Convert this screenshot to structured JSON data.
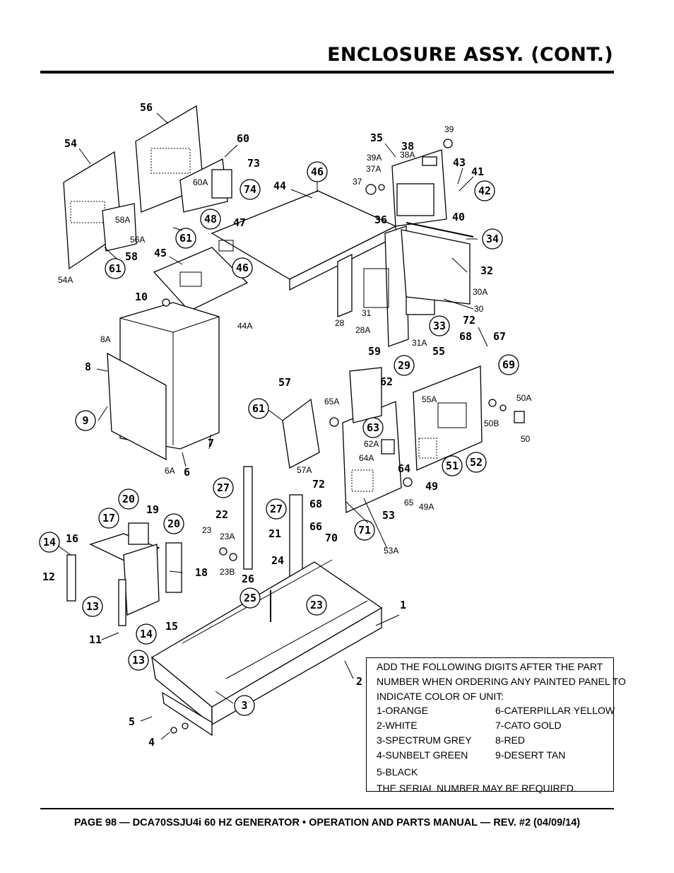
{
  "header": {
    "title": "ENCLOSURE ASSY. (CONT.)"
  },
  "footer": {
    "text": "PAGE 98 — DCA70SSJU4i 60 HZ GENERATOR • OPERATION AND PARTS MANUAL — REV. #2 (04/09/14)"
  },
  "note": {
    "intro_1": "ADD THE FOLLOWING DIGITS AFTER THE PART",
    "intro_2": "NUMBER WHEN ORDERING ANY PAINTED PANEL TO",
    "intro_3": "INDICATE COLOR OF UNIT:",
    "colors": [
      "1-ORANGE",
      "6-CATERPILLAR YELLOW",
      "2-WHITE",
      "7-CATO GOLD",
      "3-SPECTRUM GREY",
      "8-RED",
      "4-SUNBELT GREEN",
      "9-DESERT TAN"
    ],
    "color_5": "5-BLACK",
    "serial": "THE SERIAL NUMBER MAY BE REQUIRED."
  },
  "callouts": {
    "plain": [
      "56",
      "54",
      "60",
      "73",
      "44",
      "35",
      "38",
      "43",
      "41",
      "40",
      "36",
      "32",
      "58",
      "45",
      "47",
      "10",
      "8",
      "7",
      "6",
      "72",
      "68",
      "67",
      "55",
      "59",
      "62",
      "57",
      "51",
      "49",
      "53",
      "64",
      "22",
      "21",
      "19",
      "16",
      "12",
      "18",
      "26",
      "24",
      "15",
      "11",
      "1",
      "2",
      "5",
      "4",
      "66",
      "70",
      "72b",
      "68b"
    ],
    "circled": [
      "46",
      "74",
      "42",
      "48",
      "61",
      "61",
      "46",
      "34",
      "33",
      "29",
      "69",
      "9",
      "61",
      "63",
      "52",
      "27",
      "27",
      "20",
      "17",
      "20",
      "14",
      "13",
      "25",
      "23",
      "71",
      "14",
      "13",
      "3"
    ],
    "small": [
      "39",
      "39A",
      "38A",
      "37A",
      "37",
      "60A",
      "58A",
      "56A",
      "54A",
      "44A",
      "30A",
      "30",
      "31",
      "28",
      "28A",
      "31A",
      "8A",
      "65A",
      "55A",
      "50A",
      "50B",
      "50",
      "62A",
      "64A",
      "65",
      "49A",
      "53A",
      "57A",
      "6A",
      "23",
      "23A",
      "23B"
    ]
  }
}
